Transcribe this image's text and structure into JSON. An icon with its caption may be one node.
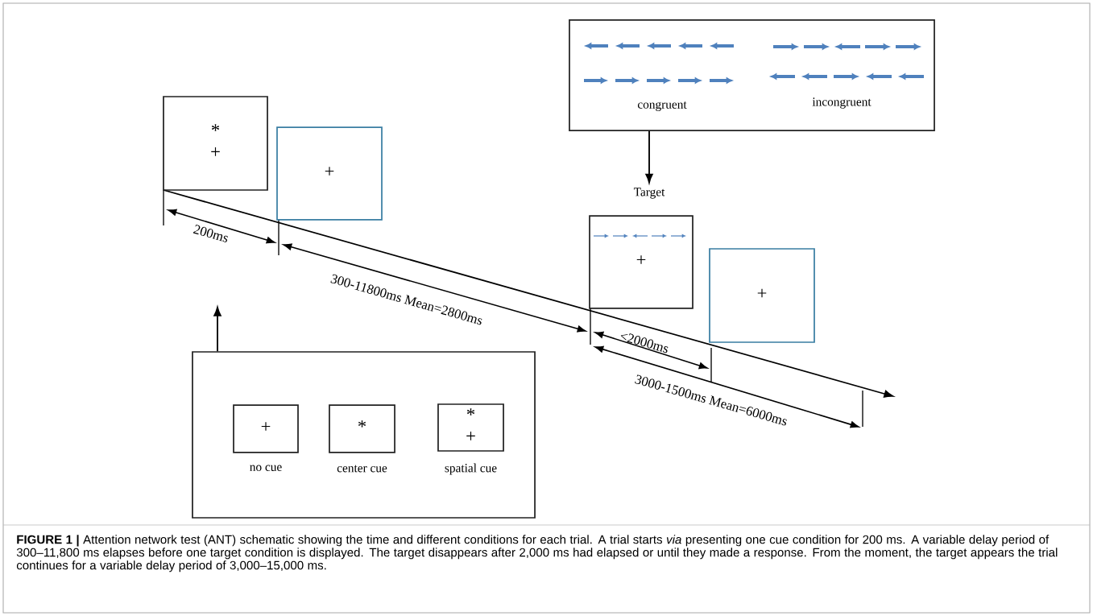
{
  "diagram": {
    "caption": "**FIGURE 1 |** Attention network test (ANT) schematic showing the time and different conditions for each trial. A trial starts *via* presenting one cue condition for 200 ms. A variable delay period of 300–11,800 ms elapses before one target condition is displayed. The target disappears after 2,000 ms had elapsed or until they made a response. From the moment, the target appears the trial continues for a variable delay period of 3,000–15,000 ms.",
    "nodes": [
      {
        "text": [
          "congruent",
          "incongruent"
        ]
      },
      {
        "text": [
          "*",
          "+"
        ]
      },
      {
        "text": [
          "+"
        ]
      },
      {
        "text": [
          "Target"
        ]
      },
      {
        "text": [
          "+"
        ]
      },
      {
        "text": [
          "+"
        ]
      },
      {
        "text": [],
        "shape": "box"
      },
      {
        "text": [
          "+"
        ],
        "beside": [
          "no cue"
        ],
        "in": 6
      },
      {
        "text": [
          "*"
        ],
        "beside": [
          "center cue"
        ],
        "in": 6
      },
      {
        "text": [
          "*",
          "+"
        ],
        "beside": [
          "spatial cue"
        ],
        "in": 6
      }
    ],
    "edges": [
      {
        "from": 0,
        "to": 3,
        "arrow": "to"
      },
      {
        "from": 6,
        "to": null,
        "arrow": "to"
      }
    ],
    "labels": [
      "200ms",
      "300-11800ms Mean=2800ms",
      "<2000ms",
      "3000-1500ms Mean=6000ms"
    ]
  }
}
